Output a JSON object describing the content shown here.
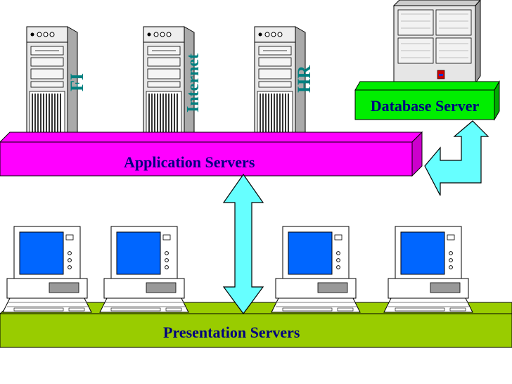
{
  "colors": {
    "application_bar": "#ff00ff",
    "presentation_bar": "#99cc00",
    "database_bar": "#00ee00",
    "arrows": "#66ffff",
    "label_teal": "#008080",
    "label_navy": "#000080",
    "screen": "#0066ff",
    "case": "#e6e6e6"
  },
  "server_labels": {
    "fi": "FI",
    "internet": "Internet",
    "hr": "HR"
  },
  "database": {
    "label": "Database Server"
  },
  "application": {
    "label": "Application Servers"
  },
  "presentation": {
    "label": "Presentation Servers"
  },
  "icons": [
    "tower-server-icon",
    "database-cabinet-icon",
    "desktop-computer-icon",
    "double-arrow-icon",
    "elbow-arrow-icon"
  ]
}
